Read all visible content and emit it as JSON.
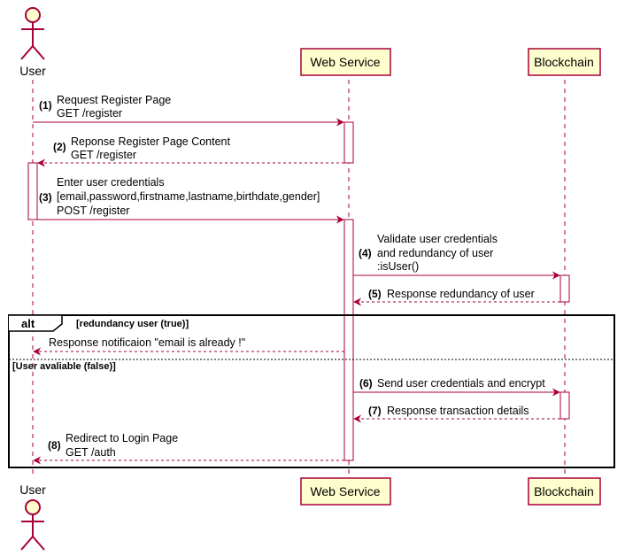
{
  "participants": {
    "user": {
      "name": "User"
    },
    "web": {
      "name": "Web Service"
    },
    "chain": {
      "name": "Blockchain"
    }
  },
  "messages": [
    {
      "num": "(1)",
      "lines": [
        "Request Register Page",
        "GET /register"
      ]
    },
    {
      "num": "(2)",
      "lines": [
        "Reponse Register Page Content",
        "GET /register"
      ]
    },
    {
      "num": "(3)",
      "lines": [
        "Enter user credentials",
        "[email,password,firstname,lastname,birthdate,gender]",
        "POST /register"
      ]
    },
    {
      "num": "(4)",
      "lines": [
        "Validate user credentials",
        "and redundancy of user",
        ":isUser()"
      ]
    },
    {
      "num": "(5)",
      "lines": [
        "Response redundancy of user"
      ]
    },
    {
      "num": "",
      "lines": [
        "Response notificaion \"email is already !\""
      ]
    },
    {
      "num": "(6)",
      "lines": [
        "Send user credentials and encrypt"
      ]
    },
    {
      "num": "(7)",
      "lines": [
        "Response transaction details"
      ]
    },
    {
      "num": "(8)",
      "lines": [
        "Redirect to Login Page",
        "GET /auth"
      ]
    }
  ],
  "alt": {
    "label": "alt",
    "guard1": "[redundancy user (true)]",
    "guard2": "[User avaliable (false)]"
  },
  "colors": {
    "participant_fill": "#FEFECE",
    "participant_border": "#A80036",
    "arrow": "#A80036",
    "lifeline": "#A80036",
    "frame": "#000000"
  }
}
